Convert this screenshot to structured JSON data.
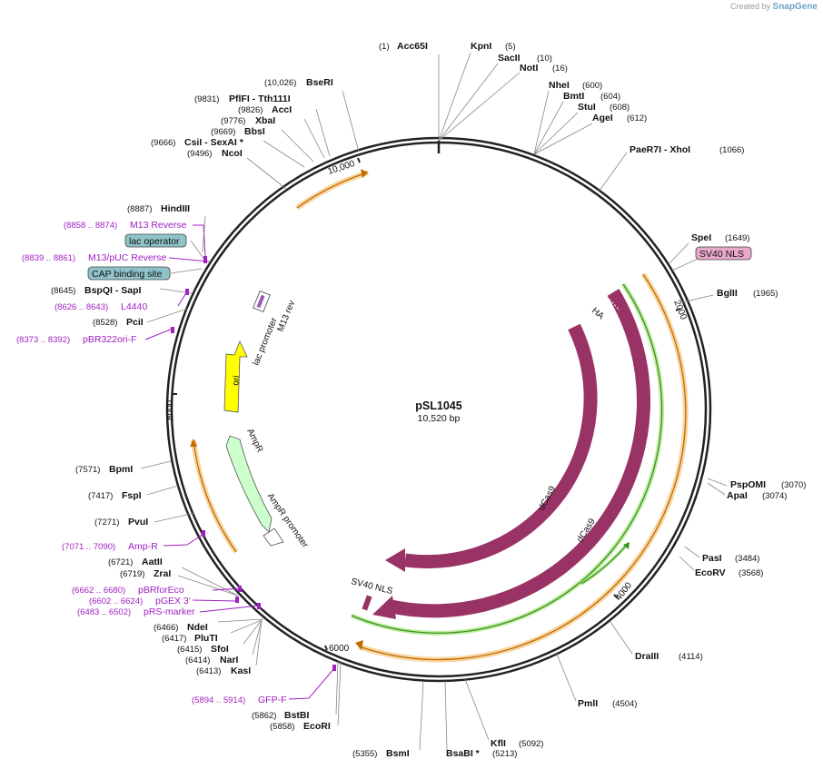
{
  "brand": {
    "prefix": "Created by",
    "name": "SnapGene"
  },
  "plasmid": {
    "name": "pSL1045",
    "length_label": "10,520 bp",
    "length": 10520
  },
  "ticks": [
    {
      "label": "2000",
      "bp": 2000
    },
    {
      "label": "4000",
      "bp": 4000
    },
    {
      "label": "6000",
      "bp": 6000
    },
    {
      "label": "8000",
      "bp": 8000
    },
    {
      "label": "10,000",
      "bp": 10000
    }
  ],
  "enzymes": [
    {
      "name": "Acc65I",
      "pos": "(1)"
    },
    {
      "name": "KpnI",
      "pos": "(5)"
    },
    {
      "name": "SacII",
      "pos": "(10)"
    },
    {
      "name": "NotI",
      "pos": "(16)"
    },
    {
      "name": "NheI",
      "pos": "(600)"
    },
    {
      "name": "BmtI",
      "pos": "(604)"
    },
    {
      "name": "StuI",
      "pos": "(608)"
    },
    {
      "name": "AgeI",
      "pos": "(612)"
    },
    {
      "name": "PaeR7I - XhoI",
      "pos": "(1066)"
    },
    {
      "name": "SpeI",
      "pos": "(1649)"
    },
    {
      "name": "BglII",
      "pos": "(1965)"
    },
    {
      "name": "PspOMI",
      "pos": "(3070)"
    },
    {
      "name": "ApaI",
      "pos": "(3074)"
    },
    {
      "name": "PasI",
      "pos": "(3484)"
    },
    {
      "name": "EcoRV",
      "pos": "(3568)"
    },
    {
      "name": "DraIII",
      "pos": "(4114)"
    },
    {
      "name": "PmlI",
      "pos": "(4504)"
    },
    {
      "name": "KflI",
      "pos": "(5092)"
    },
    {
      "name": "BsaBI *",
      "pos": "(5213)"
    },
    {
      "name": "BsmI",
      "pos": "(5355)"
    },
    {
      "name": "EcoRI",
      "pos": "(5858)"
    },
    {
      "name": "BstBI",
      "pos": "(5862)"
    },
    {
      "name": "KasI",
      "pos": "(6413)"
    },
    {
      "name": "NarI",
      "pos": "(6414)"
    },
    {
      "name": "SfoI",
      "pos": "(6415)"
    },
    {
      "name": "PluTI",
      "pos": "(6417)"
    },
    {
      "name": "NdeI",
      "pos": "(6466)"
    },
    {
      "name": "ZraI",
      "pos": "(6719)"
    },
    {
      "name": "AatII",
      "pos": "(6721)"
    },
    {
      "name": "PvuI",
      "pos": "(7271)"
    },
    {
      "name": "FspI",
      "pos": "(7417)"
    },
    {
      "name": "BpmI",
      "pos": "(7571)"
    },
    {
      "name": "PciI",
      "pos": "(8528)"
    },
    {
      "name": "BspQI - SapI",
      "pos": "(8645)"
    },
    {
      "name": "HindIII",
      "pos": "(8887)"
    },
    {
      "name": "NcoI",
      "pos": "(9496)"
    },
    {
      "name": "CsiI - SexAI *",
      "pos": "(9666)"
    },
    {
      "name": "BbsI",
      "pos": "(9669)"
    },
    {
      "name": "XbaI",
      "pos": "(9776)"
    },
    {
      "name": "AccI",
      "pos": "(9826)"
    },
    {
      "name": "PflFI - Tth111I",
      "pos": "(9831)"
    },
    {
      "name": "BseRI",
      "pos": "(10,026)"
    }
  ],
  "primers": [
    {
      "name": "M13 Reverse",
      "range": "(8858 .. 8874)"
    },
    {
      "name": "M13/pUC Reverse",
      "range": "(8839 .. 8861)"
    },
    {
      "name": "L4440",
      "range": "(8626 .. 8643)"
    },
    {
      "name": "pBR322ori-F",
      "range": "(8373 .. 8392)"
    },
    {
      "name": "Amp-R",
      "range": "(7071 .. 7090)"
    },
    {
      "name": "pBRforEco",
      "range": "(6662 .. 6680)"
    },
    {
      "name": "pGEX 3'",
      "range": "(6602 .. 6624)"
    },
    {
      "name": "pRS-marker",
      "range": "(6483 .. 6502)"
    },
    {
      "name": "GFP-F",
      "range": "(5894 .. 5914)"
    }
  ],
  "boxed_features": [
    {
      "name": "lac operator",
      "color": "#8fc3c9"
    },
    {
      "name": "CAP binding site",
      "color": "#8fc3c9"
    },
    {
      "name": "SV40 NLS",
      "color": "#e8a8c8"
    }
  ],
  "features": [
    {
      "name": "HA",
      "color": "#993366"
    },
    {
      "name": "dCas9",
      "color": "#993366"
    },
    {
      "name": "dCas9",
      "color": "#993366"
    },
    {
      "name": "SV40 NLS",
      "color": "#993366"
    },
    {
      "name": "ori",
      "color": "#ffff00"
    },
    {
      "name": "AmpR",
      "color": "#ccffcc"
    },
    {
      "name": "AmpR promoter",
      "color": "#ffffff"
    },
    {
      "name": "lac promoter",
      "color": "#ffffff"
    },
    {
      "name": "M13 rev",
      "color": "#ffffff"
    }
  ],
  "colors": {
    "orf": "#f5c57a",
    "cds": "#993366",
    "green_track": "#5fc23a",
    "primer": "#a020c0"
  }
}
